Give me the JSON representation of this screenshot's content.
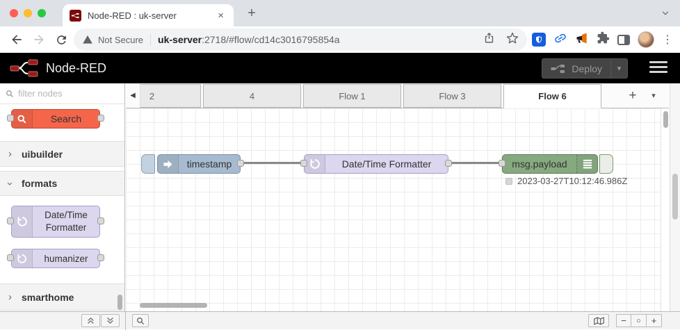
{
  "browser": {
    "tab_title": "Node-RED : uk-server",
    "close_glyph": "×",
    "new_tab_glyph": "+",
    "security_label": "Not Secure",
    "url_host": "uk-server",
    "url_path": ":2718/#flow/cd14c3016795854a",
    "menu_glyph": "⋮"
  },
  "header": {
    "app_name": "Node-RED",
    "deploy_label": "Deploy",
    "deploy_caret": "▾"
  },
  "palette": {
    "filter_placeholder": "filter nodes",
    "search_node_label": "Search",
    "categories": [
      {
        "label": "uibuilder",
        "chevron": "›"
      },
      {
        "label": "formats",
        "chevron": "›"
      },
      {
        "label": "smarthome",
        "chevron": "›"
      }
    ],
    "format_nodes": [
      "Date/Time Formatter",
      "humanizer"
    ]
  },
  "flow_tabs": {
    "items": [
      "2",
      "4",
      "Flow 1",
      "Flow 3",
      "Flow 6"
    ],
    "active": "Flow 6",
    "add_glyph": "+",
    "menu_glyph": "▾",
    "scroll_left_glyph": "◀"
  },
  "canvas": {
    "inject_label": "timestamp",
    "formatter_label": "Date/Time Formatter",
    "debug_label": "msg.payload",
    "debug_status": "2023-03-27T10:12:46.986Z"
  },
  "footer": {
    "zoom_out_glyph": "−",
    "zoom_reset_glyph": "○",
    "zoom_in_glyph": "+"
  },
  "colors": {
    "inject_node": "#a6bbcf",
    "formatter_node": "#dcd6ee",
    "debug_node": "#87a980",
    "search_node": "#f4654a",
    "header_bg": "#000000",
    "brand_red": "#8f1c1c"
  }
}
